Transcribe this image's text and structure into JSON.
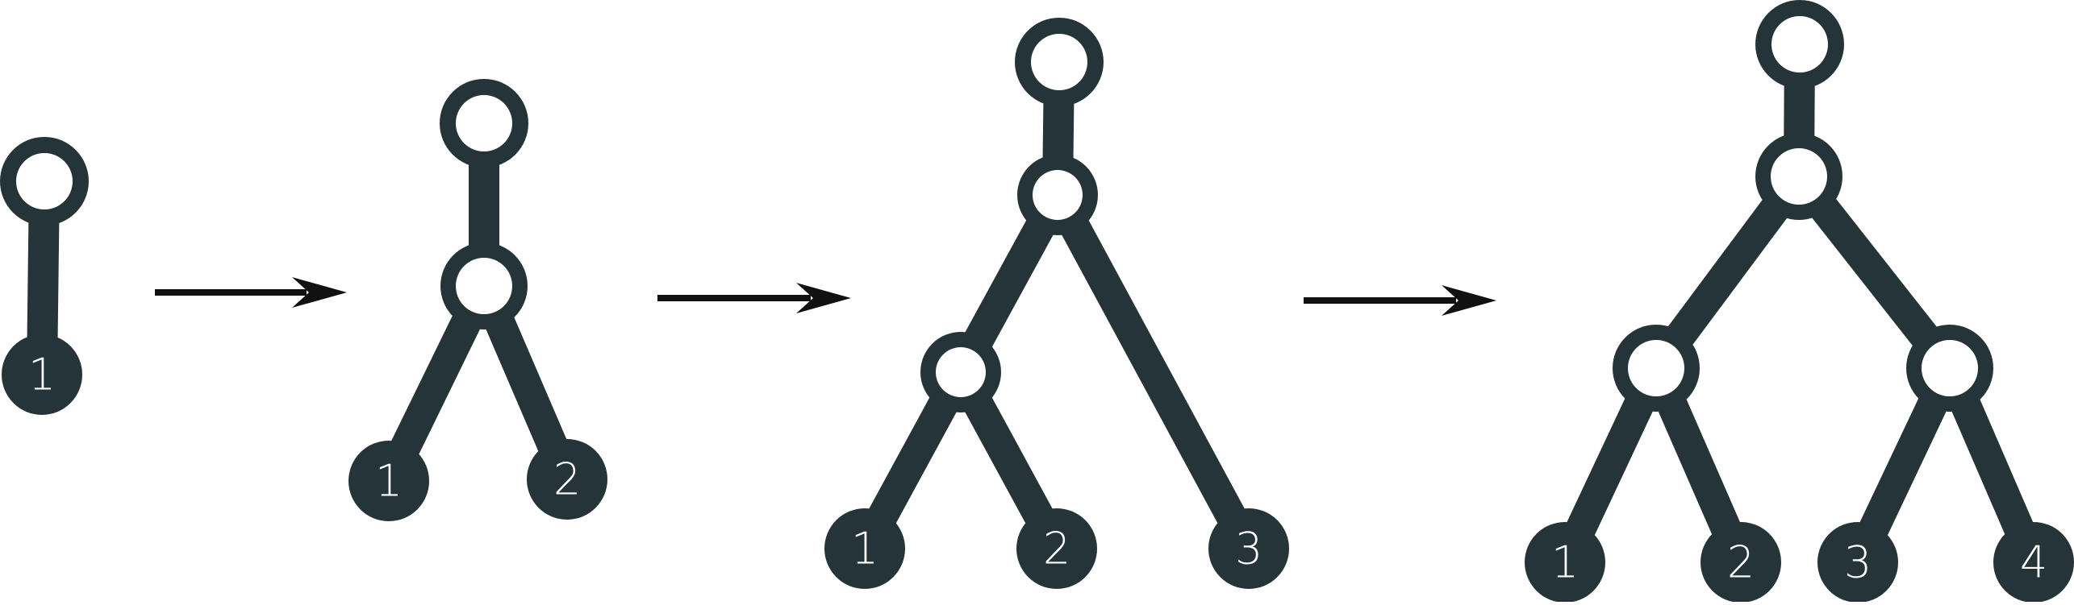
{
  "diagram": {
    "colors": {
      "node": "#253439",
      "edge": "#253439",
      "arrow": "#111111",
      "background": "#ffffff",
      "label": "#ffffff"
    },
    "stages": [
      {
        "id": "stage-1",
        "leaves": [
          "1"
        ]
      },
      {
        "id": "stage-2",
        "leaves": [
          "1",
          "2"
        ]
      },
      {
        "id": "stage-3",
        "leaves": [
          "1",
          "2",
          "3"
        ]
      },
      {
        "id": "stage-4",
        "leaves": [
          "1",
          "2",
          "3",
          "4"
        ]
      }
    ],
    "transitions": [
      {
        "from": "stage-1",
        "to": "stage-2"
      },
      {
        "from": "stage-2",
        "to": "stage-3"
      },
      {
        "from": "stage-3",
        "to": "stage-4"
      }
    ]
  }
}
